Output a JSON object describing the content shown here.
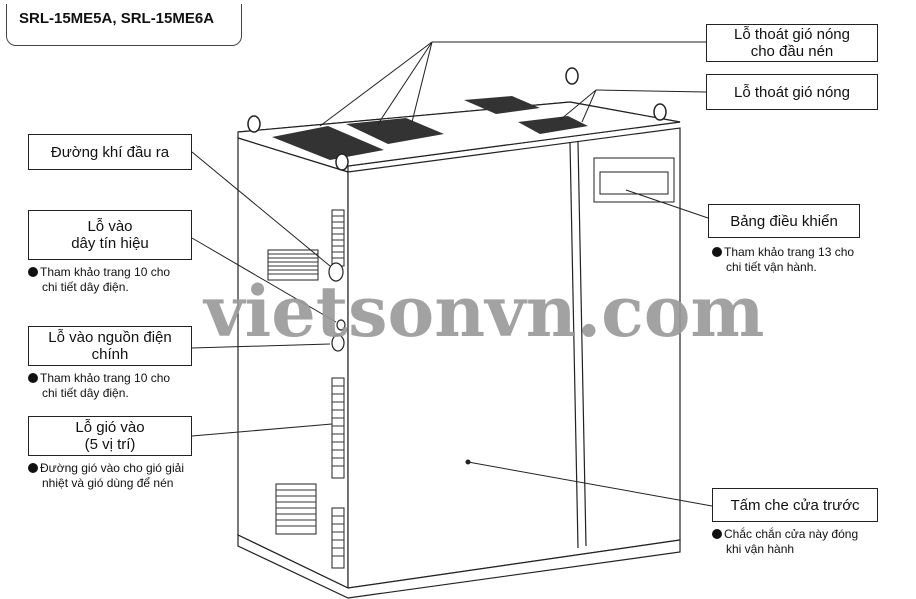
{
  "title": "SRL-15ME5A, SRL-15ME6A",
  "watermark": "vietsonvn.com",
  "labels": {
    "hot_air_compressor": [
      "Lỗ thoát gió nóng",
      "cho đầu nén"
    ],
    "hot_air": "Lỗ thoát gió nóng",
    "control_panel": "Bảng điều khiển",
    "control_panel_note": [
      "Tham khảo trang 13 cho",
      "chi tiết vận hành."
    ],
    "air_outlet": "Đường khí đầu ra",
    "signal_inlet": [
      "Lỗ vào",
      "dây tín hiệu"
    ],
    "signal_note": [
      "Tham khảo trang 10 cho",
      "chi tiết dây điện."
    ],
    "power_inlet": [
      "Lỗ vào nguồn điện",
      "chính"
    ],
    "power_note": [
      "Tham khảo trang 10 cho",
      "chi tiết dây điện."
    ],
    "air_inlet": [
      "Lỗ gió vào",
      "(5 vị trí)"
    ],
    "air_inlet_note": [
      "Đường gió vào cho gió giải",
      "nhiệt và gió dùng để nén"
    ],
    "front_cover": "Tấm che cửa trước",
    "front_cover_note": [
      "Chắc chắn cửa này đóng",
      "khi vận hành"
    ]
  }
}
